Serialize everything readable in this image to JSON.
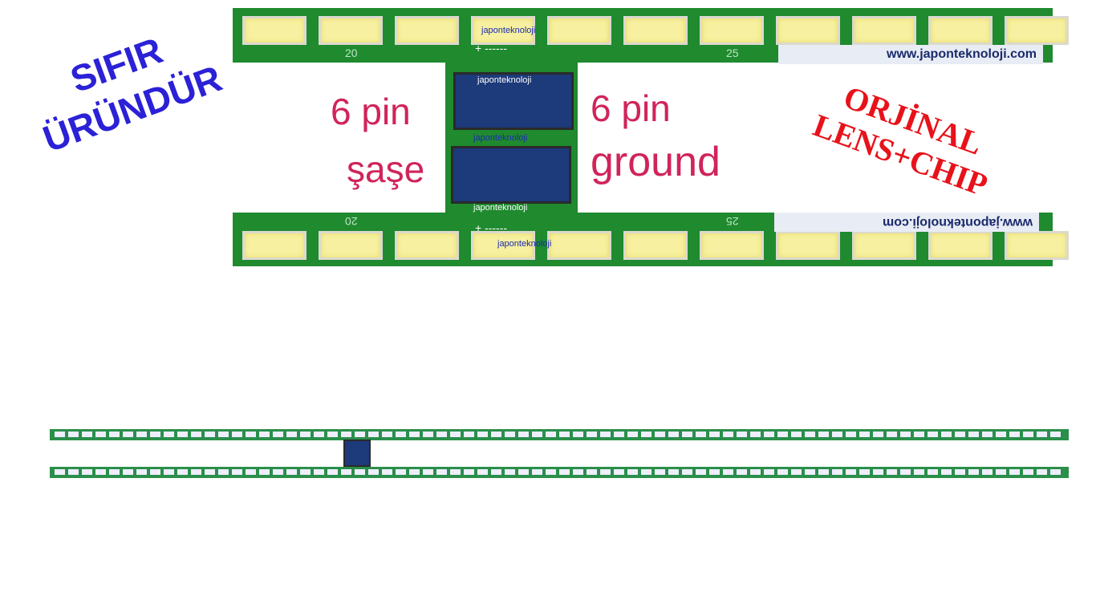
{
  "stamp_left": {
    "line1": "SIFIR",
    "line2": "ÜRÜNDÜR"
  },
  "stamp_right": {
    "line1": "ORJİNAL",
    "line2": "LENS+CHIP"
  },
  "labels": {
    "left_top": "6 pin",
    "left_bottom": "şaşe",
    "right_top": "6 pin",
    "right_bottom": "ground"
  },
  "board": {
    "brand": "japonteknoloji",
    "url": "www.japonteknoloji.com",
    "num_a": "20",
    "num_b": "25",
    "polarity": "+ ------"
  }
}
